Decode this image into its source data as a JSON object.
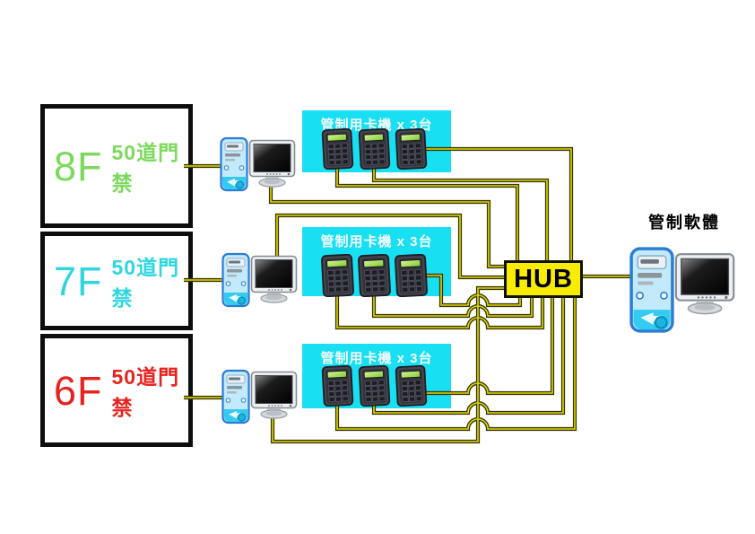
{
  "hub": {
    "label": "HUB"
  },
  "management": {
    "label": "管制軟體"
  },
  "floors": [
    {
      "id": "8F",
      "doors": "50道門禁",
      "accent": "#7cd95c",
      "panel_title": "管制用卡機 x 3台",
      "reader_count": 3
    },
    {
      "id": "7F",
      "doors": "50道門禁",
      "accent": "#2fd6e0",
      "panel_title": "管制用卡機 x 3台",
      "reader_count": 3
    },
    {
      "id": "6F",
      "doors": "50道門禁",
      "accent": "#e6231e",
      "panel_title": "管制用卡機 x 3台",
      "reader_count": 3
    }
  ],
  "colors": {
    "panel_bg": "#18dff2",
    "panel_title_color": "#f2fbff",
    "hub_bg": "#f8ec00",
    "cable_outer": "#35350a",
    "cable_inner": "#e3d800",
    "floor_box_border": "#0d0d0d"
  }
}
